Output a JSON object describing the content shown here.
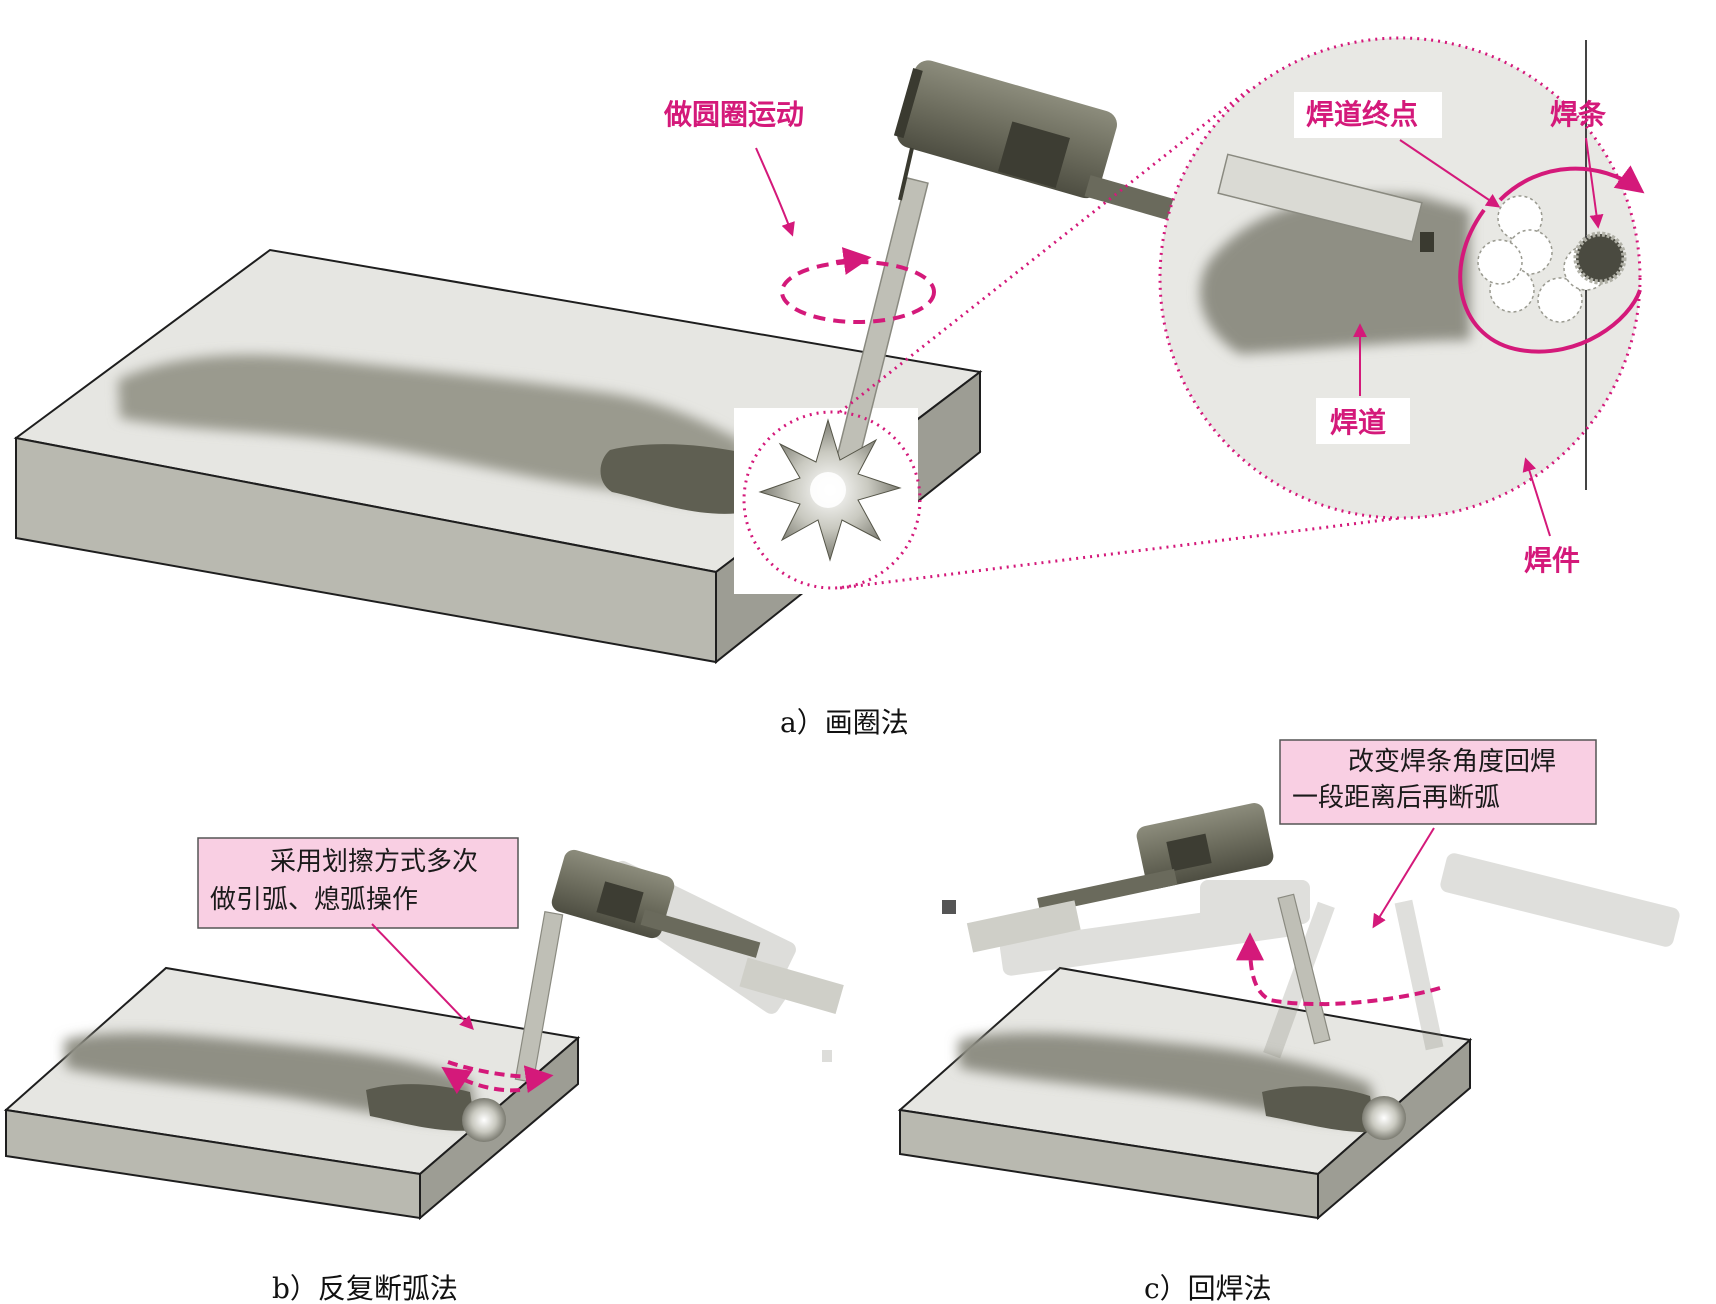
{
  "colors": {
    "accent": "#d4197a",
    "note_box_fill": "#f9cfe3",
    "plate_top": "#e6e6e2",
    "plate_side": "#b9b9b0",
    "weld_bead": "#9a9a8e",
    "crater": "#5f5f52"
  },
  "panel_a": {
    "caption": "a）画圈法",
    "circle_motion_label": "做圆圈运动",
    "detail": {
      "weld_end_label": "焊道终点",
      "electrode_label": "焊条",
      "weld_bead_label": "焊道",
      "workpiece_label": "焊件"
    }
  },
  "panel_b": {
    "caption": "b）反复断弧法",
    "note_line1": "采用划擦方式多次",
    "note_line2": "做引弧、熄弧操作"
  },
  "panel_c": {
    "caption": "c）回焊法",
    "note_line1": "改变焊条角度回焊",
    "note_line2": "一段距离后再断弧"
  }
}
